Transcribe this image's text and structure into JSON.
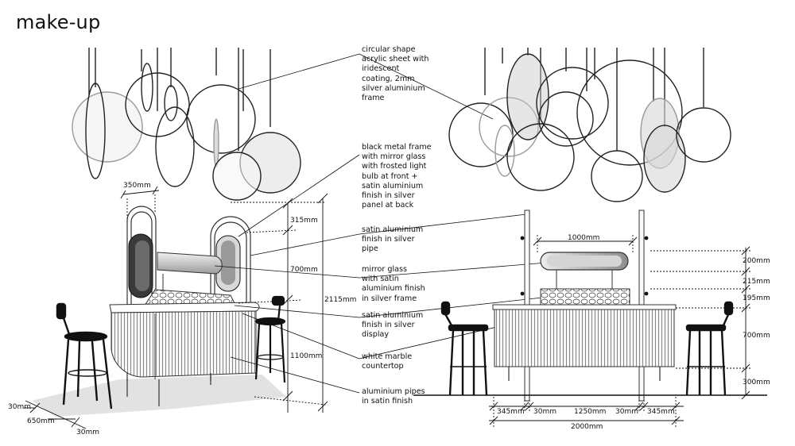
{
  "title": "make-up",
  "notes": {
    "circular": "circular shape\nacrylic sheet with\niridescent\ncoating, 2mm\nsilver aluminium\nframe",
    "black_frame": "black metal frame\nwith mirror glass\nwith frosted light\nbulb at front +\nsatin aluminium\nfinish in silver\npanel at back",
    "pipe": "satin aluminium\nfinish in silver\npipe",
    "mirror": "mirror glass\nwith satin\naluminium finish\nin silver frame",
    "display": "satin aluminium\nfinish in silver\ndisplay",
    "marble": "white marble\ncountertop",
    "pipes": "aluminium pipes\nin satin finish"
  },
  "dims_left": {
    "d350": "350mm",
    "d315": "315mm",
    "d700": "700mm",
    "d2115": "2115mm",
    "d1100": "1100mm",
    "d30a": "30mm",
    "d650": "650mm",
    "d30b": "30mm"
  },
  "dims_right": {
    "d1000": "1000mm",
    "d200": "200mm",
    "d215": "215mm",
    "d195": "195mm",
    "d700": "700mm",
    "d300": "300mm",
    "d345a": "345mm",
    "d30a": "30mm",
    "d1250": "1250mm",
    "d30b": "30mm",
    "d345b": "345mm",
    "d2000": "2000mm"
  }
}
